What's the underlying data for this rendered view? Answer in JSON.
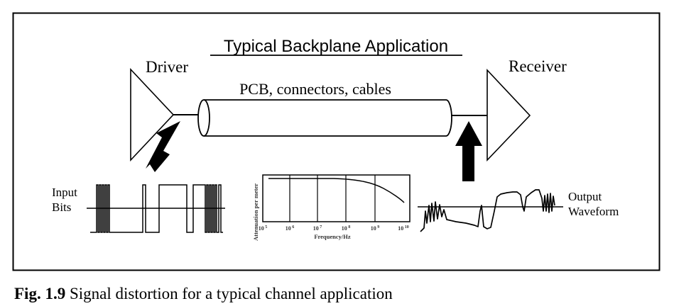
{
  "diagram": {
    "title": "Typical Backplane Application",
    "driver_label": "Driver",
    "receiver_label": "Receiver",
    "channel_label": "PCB, connectors, cables",
    "input_label_line1": "Input",
    "input_label_line2": "Bits",
    "output_label_line1": "Output",
    "output_label_line2": "Waveform",
    "plot": {
      "ylabel": "Attenuation per meter",
      "xlabel": "Frequency/Hz",
      "x_ticks": [
        {
          "base": "10",
          "exp": "5"
        },
        {
          "base": "10",
          "exp": "6"
        },
        {
          "base": "10",
          "exp": "7"
        },
        {
          "base": "10",
          "exp": "8"
        },
        {
          "base": "10",
          "exp": "9"
        },
        {
          "base": "10",
          "exp": "10"
        }
      ]
    }
  },
  "caption": {
    "label": "Fig. 1.9",
    "text": " Signal distortion for a typical channel application"
  }
}
